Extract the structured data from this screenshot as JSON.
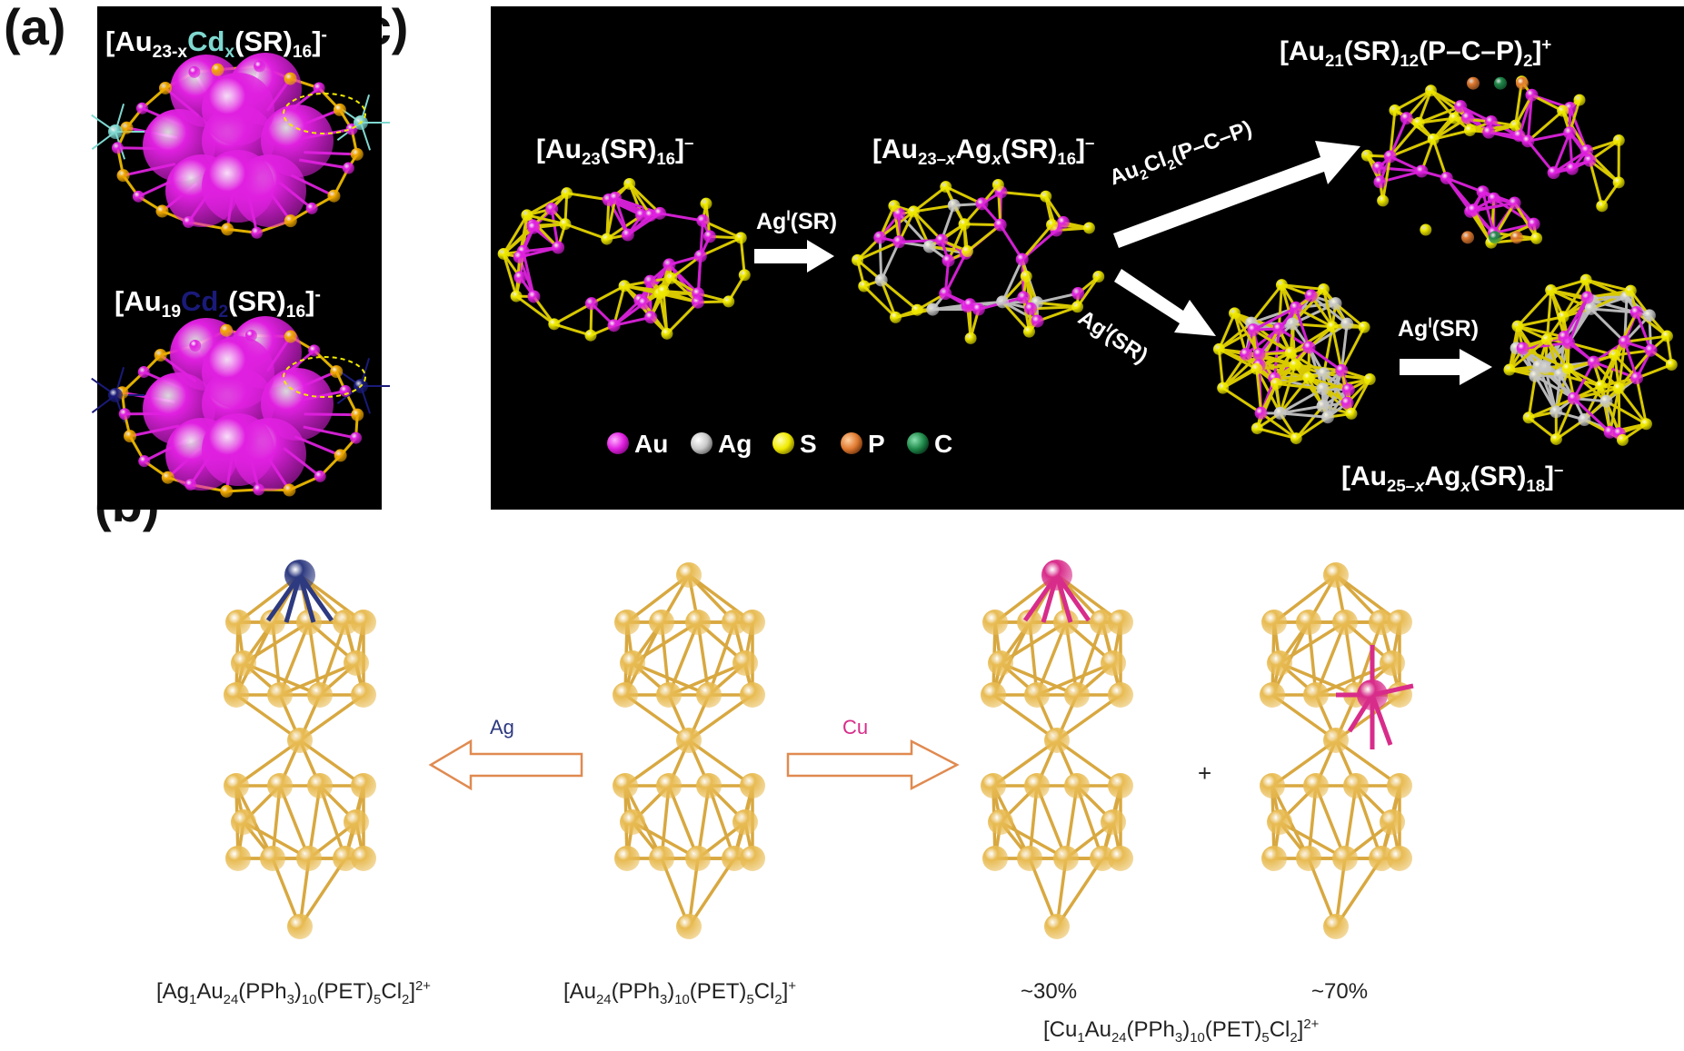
{
  "panel_labels": {
    "a": "(a)",
    "b": "(b)",
    "c": "(c)"
  },
  "colors": {
    "au_magenta": "#e020e0",
    "sulfur": "#f0ea00",
    "silver": "#c8c8c8",
    "phosphorus": "#e07a30",
    "carbon": "#1f8a4a",
    "cd_teal": "#7fd8d0",
    "cd_navy": "#1a1a7a",
    "au_gold": "#e8bb52",
    "ag_dopant": "#2d3a80",
    "cu_dopant": "#d82c8a",
    "arrow_orange": "#e08a50"
  },
  "panel_a": {
    "top": {
      "pre": "[Au",
      "s1": "23-x",
      "dop": "Cd",
      "s2": "x",
      "mid": "(SR)",
      "s3": "16",
      "end": "]",
      "sup": "-"
    },
    "bottom": {
      "pre": "[Au",
      "s1": "19",
      "dop": "Cd",
      "s2": "2",
      "mid": "(SR)",
      "s3": "16",
      "end": "]",
      "sup": "-"
    }
  },
  "panel_c": {
    "f1": {
      "pre": "[Au",
      "s1": "23",
      "mid": "(SR)",
      "s2": "16",
      "end": "]",
      "sup": "–"
    },
    "f2": {
      "pre": "[Au",
      "s1": "23–",
      "s1i": "x",
      "mid": "Ag",
      "s2i": "x",
      "mid2": "(SR)",
      "s3": "16",
      "end": "]",
      "sup": "–"
    },
    "f3": {
      "pre": "[Au",
      "s1": "21",
      "mid": "(SR)",
      "s2": "12",
      "mid2": "(P–C–P)",
      "s3": "2",
      "end": "]",
      "sup": "+"
    },
    "f4": {
      "pre": "[Au",
      "s1": "25–",
      "s1i": "x",
      "mid": "Ag",
      "s2i": "x",
      "mid2": "(SR)",
      "s3": "18",
      "end": "]",
      "sup": "–"
    },
    "arrow1": {
      "pre": "Ag",
      "sup": "I",
      "post": "(SR)"
    },
    "arrow2": {
      "pre": "Au",
      "s1": "2",
      "mid": "Cl",
      "s2": "2",
      "post": "(P–C–P)"
    },
    "arrow3": {
      "pre": "Ag",
      "sup": "I",
      "post": "(SR)"
    },
    "arrow4": {
      "pre": "Ag",
      "sup": "I",
      "post": "(SR)"
    },
    "legend": [
      "Au",
      "Ag",
      "S",
      "P",
      "C"
    ]
  },
  "panel_b": {
    "arrow_left_label": "Ag",
    "arrow_right_label": "Cu",
    "plus": "+",
    "pct1": "~30%",
    "pct2": "~70%",
    "c1": {
      "pre": "[Ag",
      "s1": "1",
      "mid": "Au",
      "s2": "24",
      "m2": "(PPh",
      "s3": "3",
      "m3": ")",
      "s4": "10",
      "m4": "(PET)",
      "s5": "5",
      "m5": "Cl",
      "s6": "2",
      "end": "]",
      "sup": "2+"
    },
    "c2": {
      "pre": "[Au",
      "s1": "24",
      "m2": "(PPh",
      "s3": "3",
      "m3": ")",
      "s4": "10",
      "m4": "(PET)",
      "s5": "5",
      "m5": "Cl",
      "s6": "2",
      "end": "]",
      "sup": "+"
    },
    "c3": {
      "pre": "[Cu",
      "s1": "1",
      "mid": "Au",
      "s2": "24",
      "m2": "(PPh",
      "s3": "3",
      "m3": ")",
      "s4": "10",
      "m4": "(PET)",
      "s5": "5",
      "m5": "Cl",
      "s6": "2",
      "end": "]",
      "sup": "2+"
    }
  }
}
